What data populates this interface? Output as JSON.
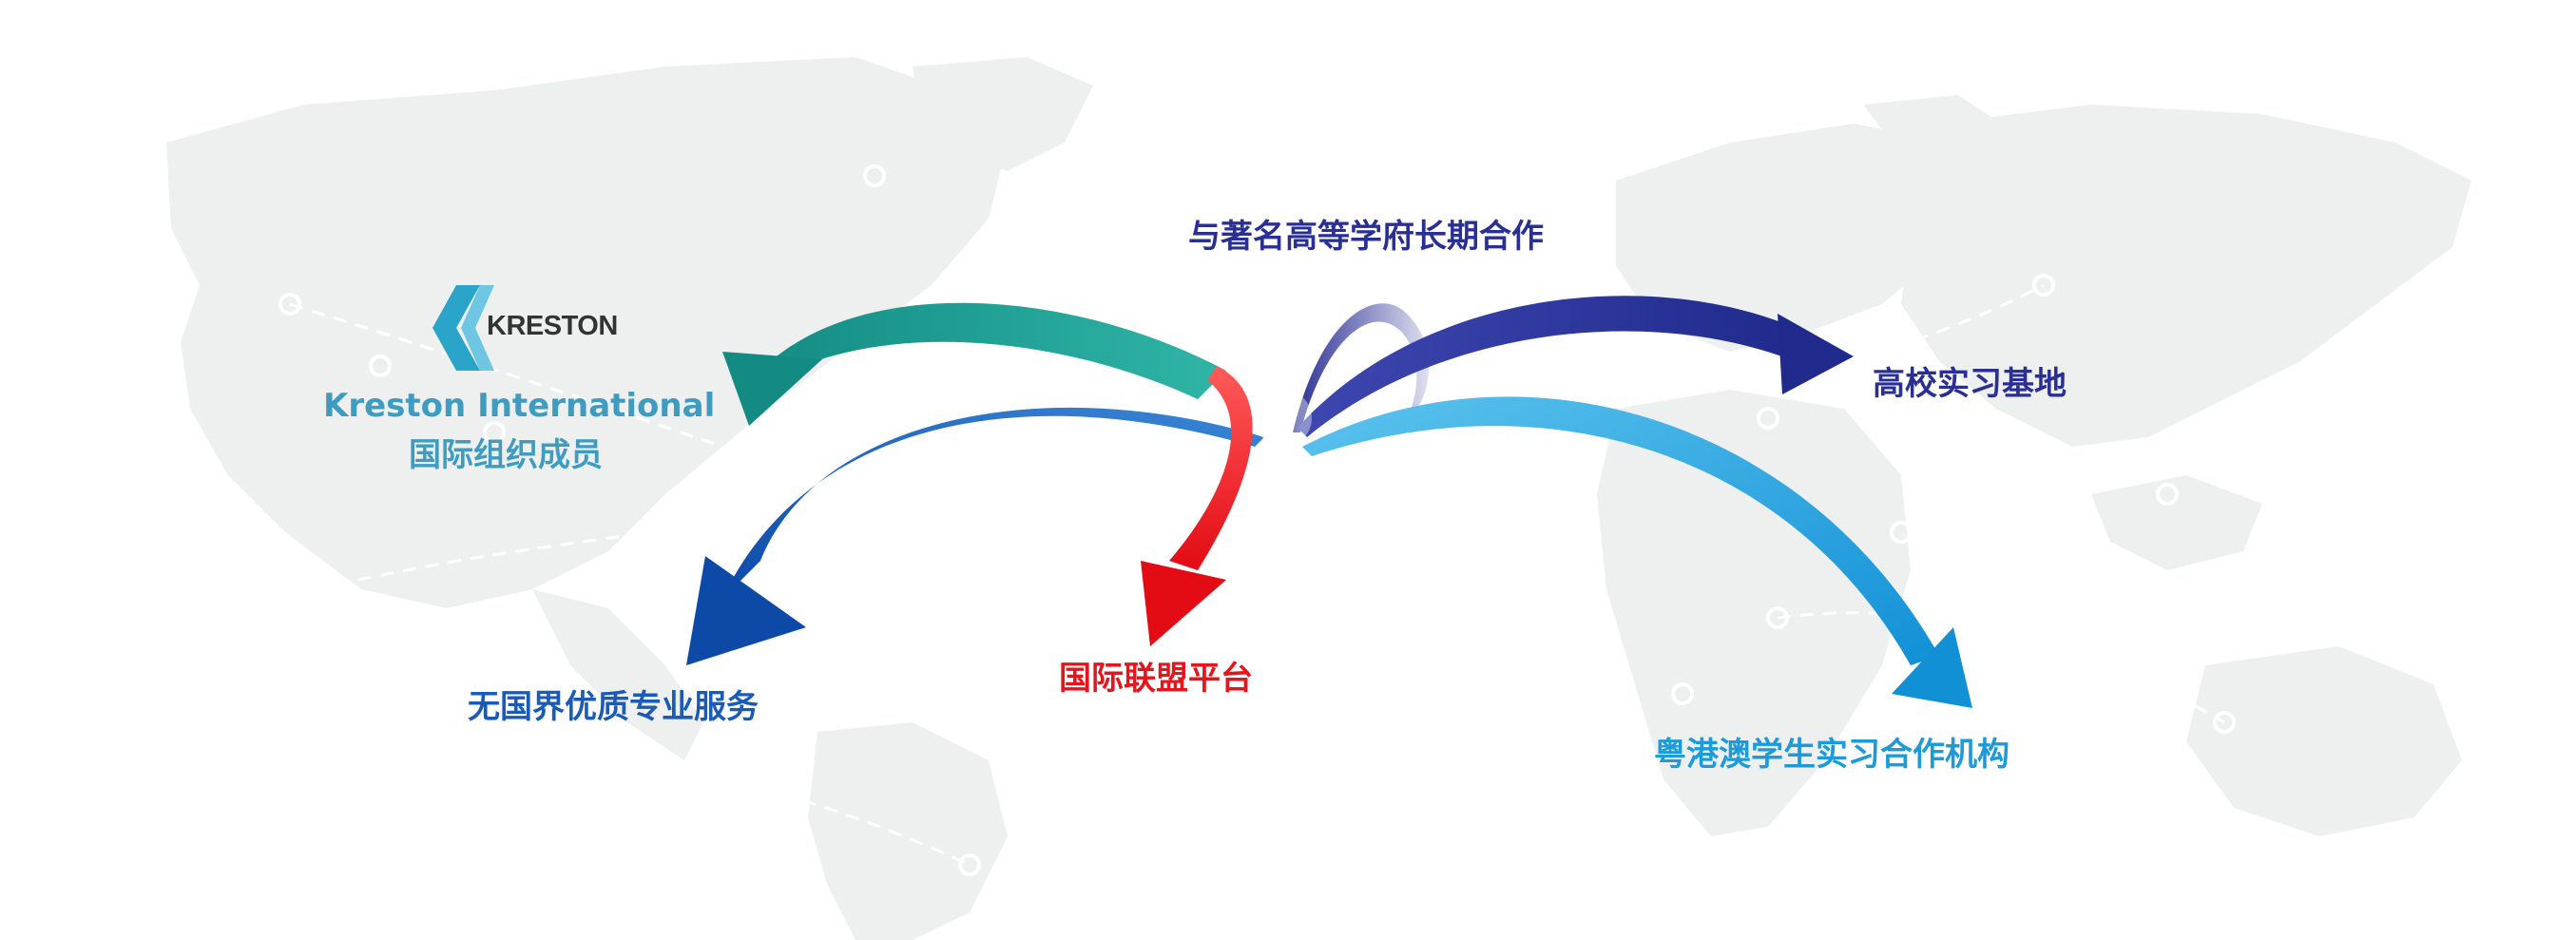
{
  "colors": {
    "map": "#eef0f0",
    "map_dots": "#ffffff",
    "teal": "#1a9c93",
    "royal_blue": "#1a5bb8",
    "red": "#e8141b",
    "navy": "#2a2f94",
    "sky_blue": "#1d9ad9",
    "kreston_text": "#3f9cc0",
    "kreston_logo_dark": "#333333"
  },
  "logo": {
    "wordmark": "KRESTON",
    "icon": "kreston-k-icon"
  },
  "labels": {
    "kreston_name": "Kreston International",
    "kreston_member": "国际组织成员",
    "universities": "与著名高等学府长期合作",
    "internship_base": "高校实习基地",
    "borderless_service": "无国界优质专业服务",
    "alliance_platform": "国际联盟平台",
    "gba_institutions": "粤港澳学生实习合作机构"
  }
}
